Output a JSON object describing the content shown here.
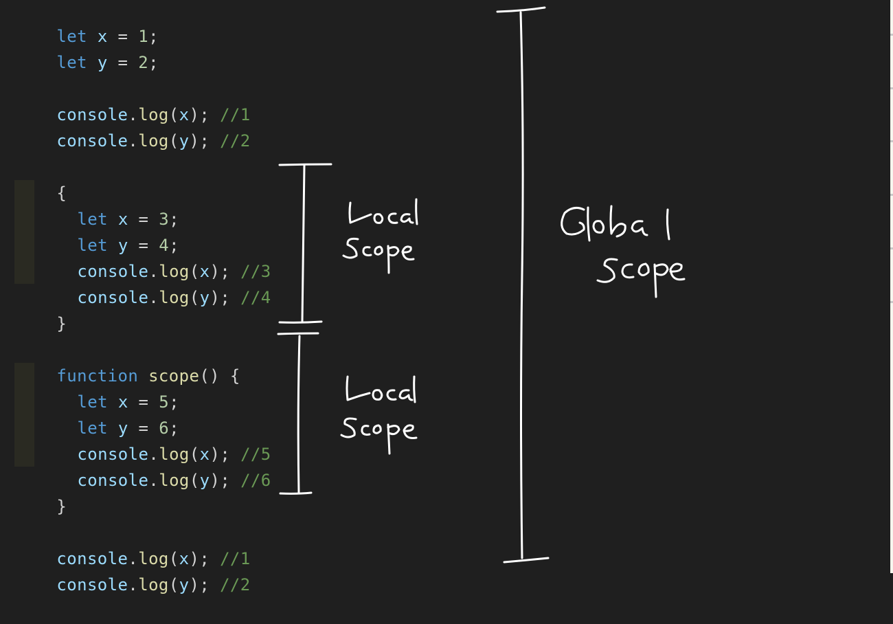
{
  "editor": {
    "theme": {
      "background": "#1f1f1f",
      "keyword": "#569cd6",
      "variable": "#9cdcfe",
      "number": "#b5cea8",
      "function": "#dcdcaa",
      "comment": "#6a9955",
      "punctuation": "#d4d4d4",
      "indent_guide": "#2a2a22"
    },
    "lines": [
      {
        "kw": "let",
        "var": "x",
        "op": "=",
        "num": "1",
        "end": ";"
      },
      {
        "kw": "let",
        "var": "y",
        "op": "=",
        "num": "2",
        "end": ";"
      },
      {
        "obj": "console",
        "dot": ".",
        "fn": "log",
        "open": "(",
        "arg": "x",
        "close": ");",
        "comment": "//1"
      },
      {
        "obj": "console",
        "dot": ".",
        "fn": "log",
        "open": "(",
        "arg": "y",
        "close": ");",
        "comment": "//2"
      },
      {
        "brace": "{"
      },
      {
        "kw": "let",
        "var": "x",
        "op": "=",
        "num": "3",
        "end": ";"
      },
      {
        "kw": "let",
        "var": "y",
        "op": "=",
        "num": "4",
        "end": ";"
      },
      {
        "obj": "console",
        "dot": ".",
        "fn": "log",
        "open": "(",
        "arg": "x",
        "close": ");",
        "comment": "//3"
      },
      {
        "obj": "console",
        "dot": ".",
        "fn": "log",
        "open": "(",
        "arg": "y",
        "close": ");",
        "comment": "//4"
      },
      {
        "brace": "}"
      },
      {
        "kw": "function",
        "fn": "scope",
        "parens": "()",
        "brace": "{"
      },
      {
        "kw": "let",
        "var": "x",
        "op": "=",
        "num": "5",
        "end": ";"
      },
      {
        "kw": "let",
        "var": "y",
        "op": "=",
        "num": "6",
        "end": ";"
      },
      {
        "obj": "console",
        "dot": ".",
        "fn": "log",
        "open": "(",
        "arg": "x",
        "close": ");",
        "comment": "//5"
      },
      {
        "obj": "console",
        "dot": ".",
        "fn": "log",
        "open": "(",
        "arg": "y",
        "close": ");",
        "comment": "//6"
      },
      {
        "brace": "}"
      },
      {
        "obj": "console",
        "dot": ".",
        "fn": "log",
        "open": "(",
        "arg": "x",
        "close": ");",
        "comment": "//1"
      },
      {
        "obj": "console",
        "dot": ".",
        "fn": "log",
        "open": "(",
        "arg": "y",
        "close": ");",
        "comment": "//2"
      }
    ]
  },
  "annotations": {
    "local_scope_1": {
      "line1": "Local",
      "line2": "Scope"
    },
    "local_scope_2": {
      "line1": "Local",
      "line2": "Scope"
    },
    "global_scope": {
      "line1": "Global",
      "line2": "Scope"
    },
    "stroke_color": "#ffffff"
  }
}
